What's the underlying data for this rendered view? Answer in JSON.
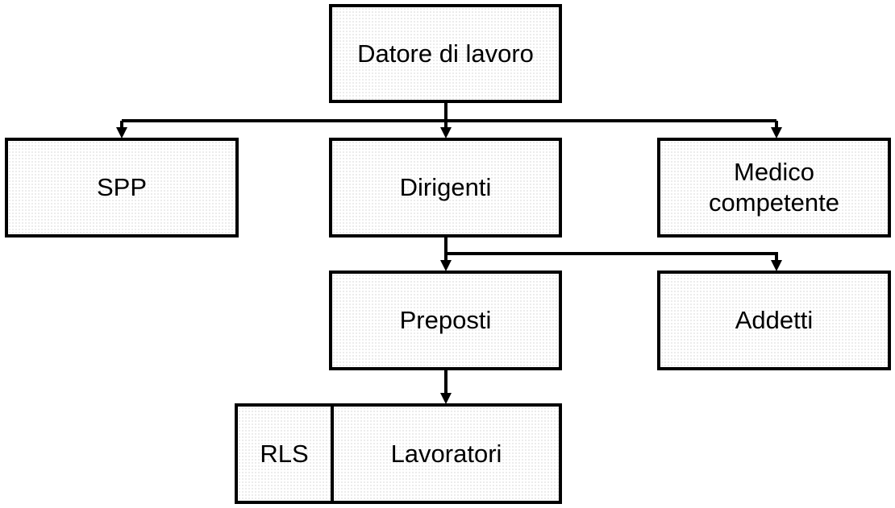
{
  "nodes": {
    "datore": {
      "label": "Datore di lavoro"
    },
    "spp": {
      "label": "SPP"
    },
    "dirigenti": {
      "label": "Dirigenti"
    },
    "medico": {
      "label": "Medico\ncompetente"
    },
    "preposti": {
      "label": "Preposti"
    },
    "addetti": {
      "label": "Addetti"
    },
    "rls": {
      "label": "RLS"
    },
    "lavoratori": {
      "label": "Lavoratori"
    }
  },
  "edges": [
    {
      "from": "datore",
      "to": "spp"
    },
    {
      "from": "datore",
      "to": "dirigenti"
    },
    {
      "from": "datore",
      "to": "medico"
    },
    {
      "from": "dirigenti",
      "to": "preposti"
    },
    {
      "from": "dirigenti",
      "to": "addetti"
    },
    {
      "from": "preposti",
      "to": "lavoratori"
    }
  ],
  "colors": {
    "border": "#000000",
    "fill": "#ffffff",
    "text": "#000000"
  }
}
